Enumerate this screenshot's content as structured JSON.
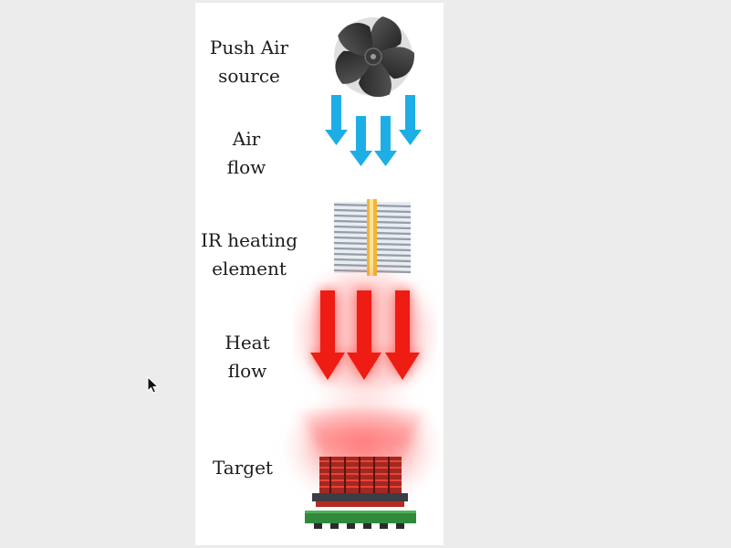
{
  "colors": {
    "background": "#ececec",
    "panel": "#ffffff",
    "label_text": "#1c1c1c",
    "air_arrow": "#1eaee6",
    "heat_arrow": "#ee1c12",
    "heat_glow": "#ff5a5a",
    "heater_core": "#f2b630",
    "pcb": "#2f8a3c",
    "chip": "#c0302a"
  },
  "stages": [
    {
      "name": "push-air-source",
      "lines": [
        "Push Air",
        "source"
      ],
      "icon": "fan-icon"
    },
    {
      "name": "air-flow",
      "lines": [
        "Air",
        "flow"
      ],
      "icon": "air-arrows-icon"
    },
    {
      "name": "ir-heating-element",
      "lines": [
        "IR heating",
        "element"
      ],
      "icon": "ir-heater-icon"
    },
    {
      "name": "heat-flow",
      "lines": [
        "Heat",
        "flow"
      ],
      "icon": "heat-arrows-icon"
    },
    {
      "name": "target",
      "lines": [
        "Target"
      ],
      "icon": "pcb-target-icon"
    }
  ]
}
